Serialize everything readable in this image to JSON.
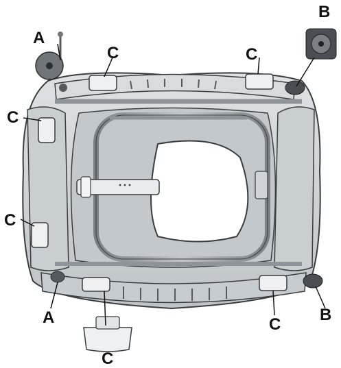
{
  "callouts": {
    "a_top": "A",
    "a_bottom": "A",
    "b_top": "B",
    "b_bottom": "B",
    "c_top_left": "C",
    "c_top_right": "C",
    "c_left_upper": "C",
    "c_left_lower": "C",
    "c_bottom_center": "C",
    "c_bottom_right": "C"
  },
  "colors": {
    "plastic": "#cfd3d6",
    "plastic_dark": "#9ea4a8",
    "frame_tube": "#8e9499",
    "outline": "#3a3d40",
    "label": "#111111"
  },
  "icons": [
    "caster-wheel-icon",
    "caster-wheel-icon",
    "foot-pad-icon"
  ]
}
